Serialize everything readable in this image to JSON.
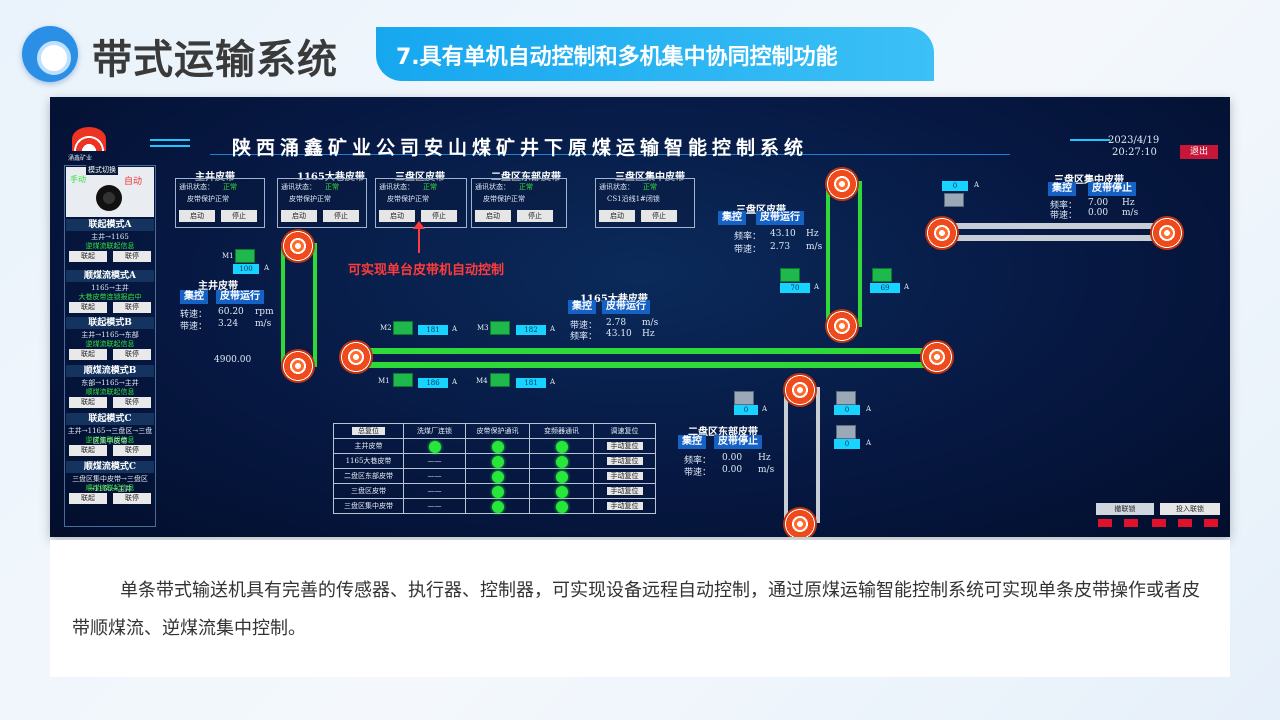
{
  "slide": {
    "title": "带式运输系统",
    "subtitle": "7.具有单机自动控制和多机集中协同控制功能",
    "description": "单条带式输送机具有完善的传感器、执行器、控制器，可实现设备远程自动控制，通过原煤运输智能控制系统可实现单条皮带操作或者皮带顺煤流、逆煤流集中控制。"
  },
  "hmi": {
    "title": "陕西涌鑫矿业公司安山煤矿井下原煤运输智能控制系统",
    "logo_text": "涌鑫矿业",
    "date": "2023/4/19",
    "time": "20:27:10",
    "exit": "退出",
    "annotation": "可实现单台皮带机自动控制",
    "mode_switch": {
      "label": "模式切换",
      "manual": "手动",
      "auto": "自动"
    },
    "sidebar": [
      {
        "head": "联起模式A",
        "route": "主井→1165",
        "info": "逆煤流联起信息",
        "b1": "联起",
        "b2": "联停"
      },
      {
        "head": "顺煤流模式A",
        "route": "1165→主井",
        "info": "大巷皮带连锁报启中",
        "b1": "联起",
        "b2": "联停"
      },
      {
        "head": "联起模式B",
        "route": "主井→1165→东部",
        "info": "逆煤流联起信息",
        "b1": "联起",
        "b2": "联停"
      },
      {
        "head": "顺煤流模式B",
        "route": "东部→1165→主井",
        "info": "顺煤流联起信息",
        "b1": "联起",
        "b2": "联停"
      },
      {
        "head": "联起模式C",
        "route": "主井→1165→三盘区→三盘区集中皮带",
        "info": "逆煤流联起信息",
        "b1": "联起",
        "b2": "联停"
      },
      {
        "head": "顺煤流模式C",
        "route": "三盘区集中皮带→三盘区→1165→主井",
        "info": "顺煤流联起信息",
        "b1": "联起",
        "b2": "联停"
      }
    ],
    "panels": [
      {
        "name": "主井皮带",
        "comm_label": "通讯状态：",
        "comm": "正常",
        "protect": "皮带保护正常",
        "start": "启动",
        "stop": "停止"
      },
      {
        "name": "1165大巷皮带",
        "comm_label": "通讯状态：",
        "comm": "正常",
        "protect": "皮带保护正常",
        "start": "启动",
        "stop": "停止"
      },
      {
        "name": "三盘区皮带",
        "comm_label": "通讯状态：",
        "comm": "正常",
        "protect": "皮带保护正常",
        "start": "启动",
        "stop": "停止"
      },
      {
        "name": "二盘区东部皮带",
        "comm_label": "通讯状态：",
        "comm": "正常",
        "protect": "皮带保护正常",
        "start": "启动",
        "stop": "停止"
      },
      {
        "name": "三盘区集中皮带",
        "comm_label": "通讯状态：",
        "comm": "正常",
        "protect": "CS1沿线1#闭锁",
        "start": "启动",
        "stop": "停止"
      }
    ],
    "belts": {
      "main": {
        "name": "主井皮带",
        "mode": "集控",
        "state": "皮带运行",
        "l1": "转速：",
        "v1": "60.20",
        "u1": "rpm",
        "l2": "带速：",
        "v2": "3.24",
        "u2": "m/s",
        "extra": "4900.00"
      },
      "b1165": {
        "name": "1165大巷皮带",
        "mode": "集控",
        "state": "皮带运行",
        "l1": "带速：",
        "v1": "2.78",
        "u1": "m/s",
        "l2": "频率：",
        "v2": "43.10",
        "u2": "Hz"
      },
      "sanpan": {
        "name": "三盘区皮带",
        "mode": "集控",
        "state": "皮带运行",
        "l1": "频率：",
        "v1": "43.10",
        "u1": "Hz",
        "l2": "带速：",
        "v2": "2.73",
        "u2": "m/s"
      },
      "erpan": {
        "name": "二盘区东部皮带",
        "mode": "集控",
        "state": "皮带停止",
        "l1": "频率：",
        "v1": "0.00",
        "u1": "Hz",
        "l2": "带速：",
        "v2": "0.00",
        "u2": "m/s"
      },
      "jizhong": {
        "name": "三盘区集中皮带",
        "mode": "集控",
        "state": "皮带停止",
        "l1": "频率：",
        "v1": "7.00",
        "u1": "Hz",
        "l2": "带速：",
        "v2": "0.00",
        "u2": "m/s"
      }
    },
    "motors": {
      "main_m1": "100",
      "b_m2": "181",
      "b_m3": "182",
      "b_m1": "186",
      "b_m4": "181",
      "s_m1": "70",
      "s_m2": "69",
      "e_m1": "0",
      "e_m2": "0",
      "e_m3": "0",
      "j_m1": "0",
      "unit": "A",
      "m1": "M1",
      "m2": "M2",
      "m3": "M3",
      "m4": "M4"
    },
    "table": {
      "headers": [
        "总复位",
        "洗煤厂连锁",
        "皮带保护通讯",
        "变频器通讯",
        "调速复位"
      ],
      "rows": [
        {
          "name": "主井皮带",
          "link": "",
          "btn": "手动复位"
        },
        {
          "name": "1165大巷皮带",
          "link": "——",
          "btn": "手动复位"
        },
        {
          "name": "二盘区东部皮带",
          "link": "——",
          "btn": "手动复位"
        },
        {
          "name": "三盘区皮带",
          "link": "——",
          "btn": "手动复位"
        },
        {
          "name": "三盘区集中皮带",
          "link": "——",
          "btn": "手动复位"
        }
      ]
    },
    "bottom_buttons": {
      "left": "撤联锁",
      "right": "投入联锁"
    },
    "colors": {
      "running": "#2ed93a",
      "stopped": "#c8ced6",
      "tag": "#1561c4",
      "alert": "#ff3b3b"
    }
  }
}
